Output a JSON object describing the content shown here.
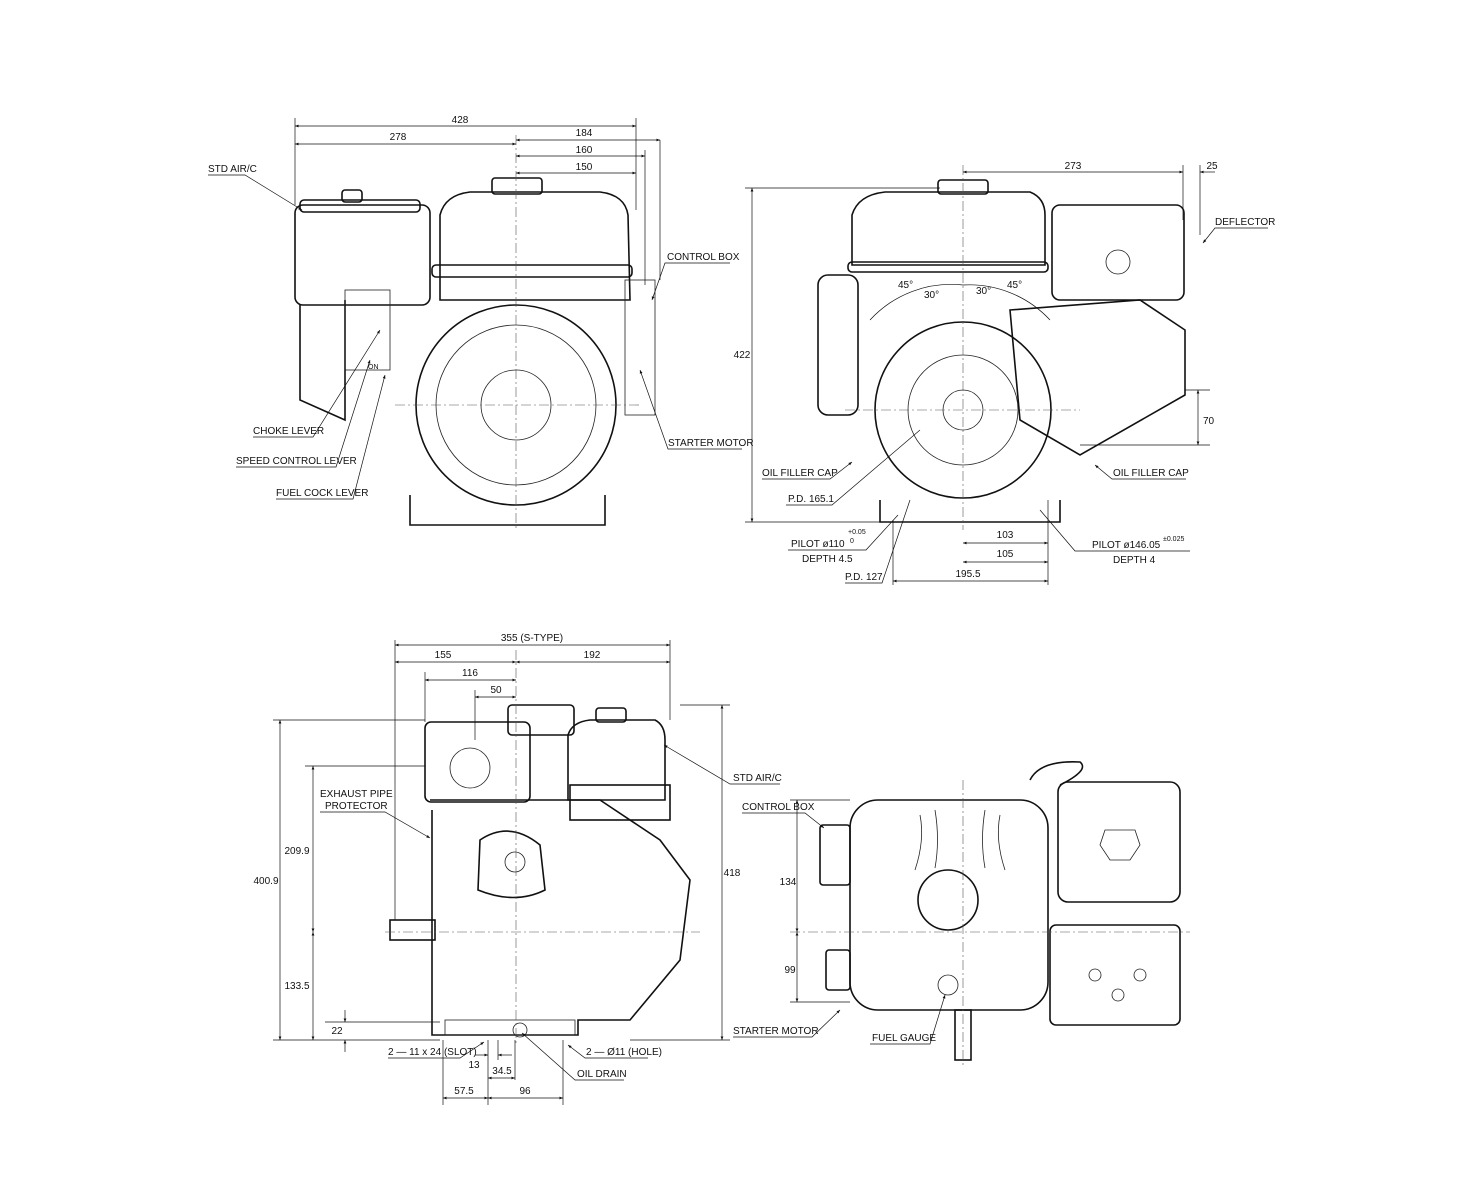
{
  "top_left_view": {
    "dims": {
      "d428": "428",
      "d278": "278",
      "d184": "184",
      "d160": "160",
      "d150": "150"
    },
    "labels": {
      "std_air_c": "STD AIR/C",
      "control_box": "CONTROL BOX",
      "starter_motor": "STARTER MOTOR",
      "choke_lever": "CHOKE LEVER",
      "speed_control_lever": "SPEED CONTROL LEVER",
      "fuel_cock_lever": "FUEL COCK LEVER",
      "on": "ON"
    }
  },
  "top_right_view": {
    "dims": {
      "d273": "273",
      "d25": "25",
      "d422": "422",
      "d70": "70",
      "d103": "103",
      "d105": "105",
      "d195_5": "195.5"
    },
    "angles": {
      "a45_left": "45°",
      "a30_left": "30°",
      "a30_right": "30°",
      "a45_right": "45°"
    },
    "labels": {
      "deflector": "DEFLECTOR",
      "oil_filler_cap_left": "OIL FILLER CAP",
      "oil_filler_cap_right": "OIL FILLER CAP",
      "pd_165_1": "P.D. 165.1",
      "pilot_110": "PILOT ø110",
      "pilot_110_tol_upper": "+0.05",
      "pilot_110_tol_lower": "0",
      "depth_4_5": "DEPTH 4.5",
      "pd_127": "P.D. 127",
      "pilot_146": "PILOT ø146.05",
      "pilot_146_tol": "±0.025",
      "depth_4": "DEPTH 4"
    }
  },
  "bottom_left_view": {
    "dims": {
      "d355": "355 (S-TYPE)",
      "d155": "155",
      "d192": "192",
      "d116": "116",
      "d50": "50",
      "d400_9": "400.9",
      "d209_9": "209.9",
      "d133_5": "133.5",
      "d418": "418",
      "d22": "22",
      "d13": "13",
      "d34_5": "34.5",
      "d57_5": "57.5",
      "d96": "96"
    },
    "labels": {
      "exhaust_pipe_protector_1": "EXHAUST PIPE",
      "exhaust_pipe_protector_2": "PROTECTOR",
      "std_air_c": "STD AIR/C",
      "slot": "2 — 11 x 24 (SLOT)",
      "hole": "2 — Ø11 (HOLE)",
      "oil_drain": "OIL DRAIN"
    }
  },
  "bottom_right_view": {
    "dims": {
      "d134": "134",
      "d99": "99"
    },
    "labels": {
      "control_box": "CONTROL BOX",
      "starter_motor": "STARTER MOTOR",
      "fuel_gauge": "FUEL GAUGE"
    }
  }
}
